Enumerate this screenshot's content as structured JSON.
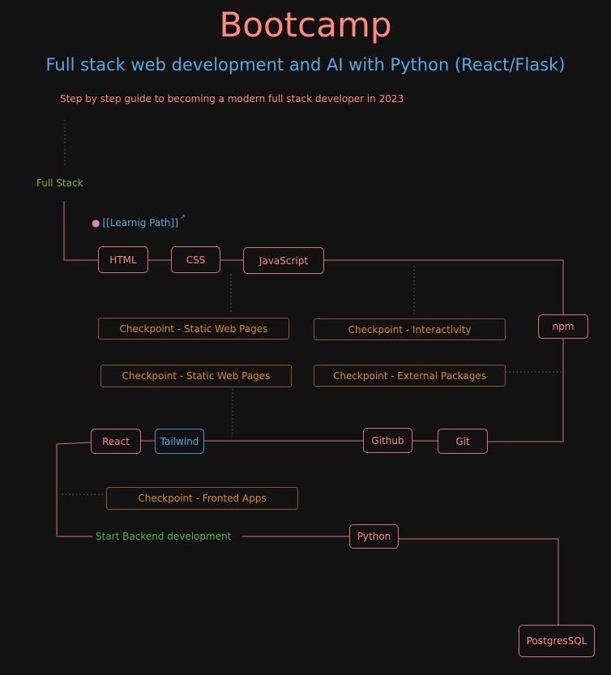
{
  "header": {
    "title": "Bootcamp",
    "subtitle": "Full stack web development and AI with Python (React/Flask)",
    "tagline": "Step by step guide to becoming a modern full stack developer in 2023"
  },
  "labels": {
    "full_stack": "Full Stack",
    "learning_path": "[[Learnig Path]]",
    "start_backend": "Start Backend development"
  },
  "nodes": {
    "html": "HTML",
    "css": "CSS",
    "javascript": "JavaScript",
    "npm": "npm",
    "react": "React",
    "tailwind": "Tailwind",
    "github": "Github",
    "git": "Git",
    "python": "Python",
    "postgresql": "PostgresSQL"
  },
  "checkpoints": {
    "static_1": "Checkpoint - Static Web Pages",
    "interactivity": "Checkpoint - Interactivity",
    "static_2": "Checkpoint - Static Web Pages",
    "external_packages": "Checkpoint - External Packages",
    "fronted_apps": "Checkpoint - Fronted Apps"
  },
  "colors": {
    "background": "#121212",
    "node_border": "#d9736a",
    "node_text": "#ff8a80",
    "checkpoint_border": "#8a5a12",
    "checkpoint_text": "#d98a2a",
    "accent_blue": "#5aa9e6",
    "accent_green": "#7fb23a"
  }
}
